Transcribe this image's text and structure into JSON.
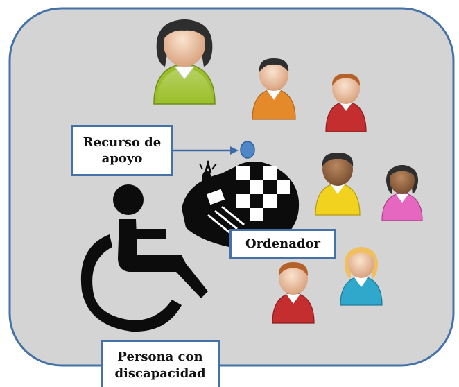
{
  "labels": {
    "support_resource": "Recurso de apoyo",
    "computer": "Ordenador",
    "person": "Persona con discapacidad"
  },
  "colors": {
    "panel_fill": "#d4d4d4",
    "panel_border": "#4472a8",
    "label_border": "#4472a8",
    "arrow": "#3b6aa6",
    "resource_dot": "#4f86c6"
  },
  "icons": [
    "wheelchair-user-icon",
    "computer-workstation-icon",
    "support-resource-icon",
    "person-icon"
  ]
}
